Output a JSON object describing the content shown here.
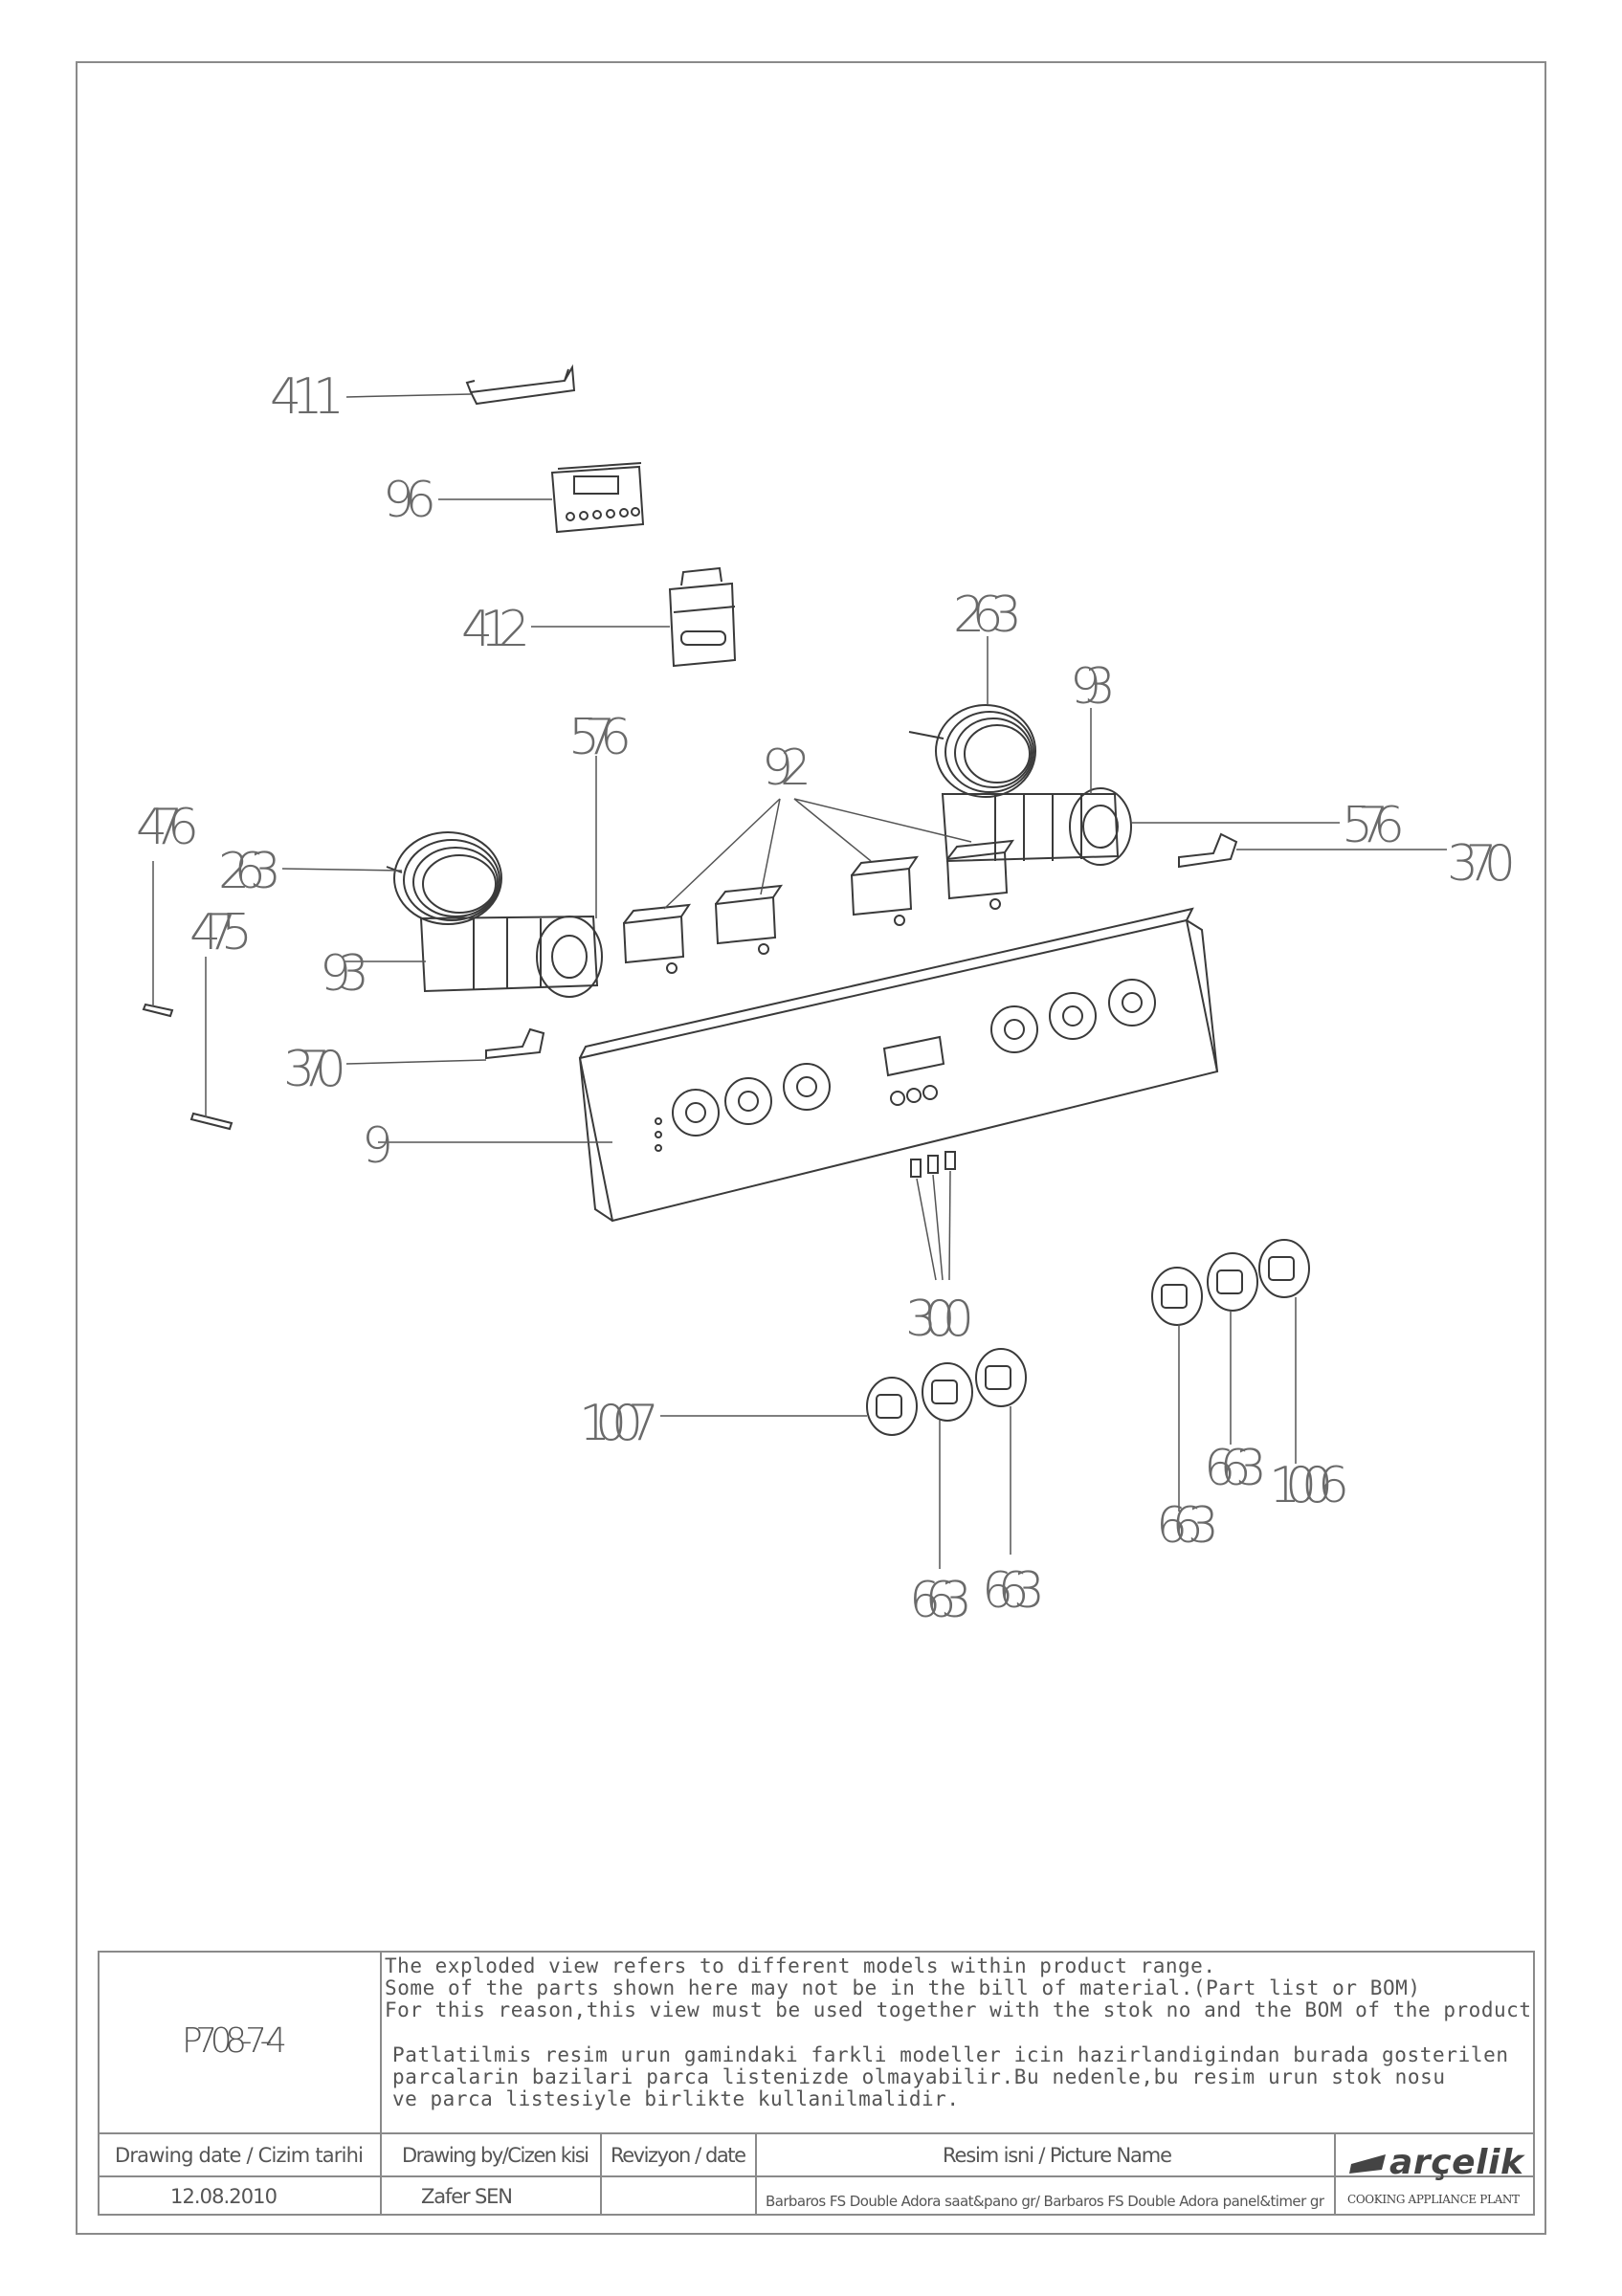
{
  "callouts": {
    "c411": "411",
    "c96": "96",
    "c412": "412",
    "c263a": "263",
    "c93a": "93",
    "c576a": "576",
    "c92": "92",
    "c370a": "370",
    "c476": "476",
    "c263b": "263",
    "c475": "475",
    "c93b": "93",
    "c370b": "370",
    "c9": "9",
    "c576b": "576",
    "c300": "300",
    "c1007": "1007",
    "c663a": "663",
    "c663b": "663",
    "c663c": "663",
    "c663d": "663",
    "c1006": "1006"
  },
  "title_block": {
    "drawing_code": "P708-7-4",
    "notice_en_1": "The exploded view refers to different models within product range.",
    "notice_en_2": "Some of the parts shown here may not be in the bill of material.(Part list or BOM)",
    "notice_en_3": "For this reason,this view must be used together with the stok no and the BOM of the product",
    "notice_tr_1": "Patlatilmis resim urun gamindaki farkli modeller icin hazirlandigindan burada gosterilen",
    "notice_tr_2": "parcalarin bazilari parca listenizde olmayabilir.Bu nedenle,bu resim urun stok nosu",
    "notice_tr_3": "ve parca listesiyle birlikte kullanilmalidir.",
    "date_header": "Drawing date / Cizim tarihi",
    "drawn_by_header": "Drawing by/Cizen kisi",
    "revision_header": "Revizyon / date",
    "picture_name_header": "Resim isni / Picture Name",
    "date_value": "12.08.2010",
    "drawn_by_value": "Zafer SEN",
    "picture_name_value": "Barbaros FS Double Adora saat&pano gr/ Barbaros FS Double Adora panel&timer gr",
    "brand": "arçelik",
    "brand_sub": "COOKING APPLIANCE PLANT"
  },
  "colors": {
    "line": "#3a3a3a",
    "label": "#6a6a6a",
    "frame": "#8a8a8a"
  }
}
